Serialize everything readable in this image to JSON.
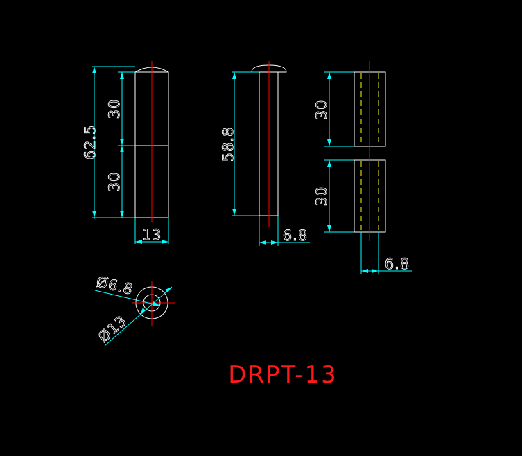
{
  "drawing": {
    "title": "DRPT-13",
    "colors": {
      "background": "#000000",
      "outline": "#ffffff",
      "dimension": "#00ffff",
      "centerline": "#ff0000",
      "hidden_line": "#ffff00",
      "text": "#ffffff",
      "title": "#ff1a1a"
    },
    "view_assembled": {
      "total_height": "62.5",
      "upper_height": "30",
      "lower_height": "30",
      "width": "13"
    },
    "view_pin": {
      "length": "58.8",
      "diameter": "6.8"
    },
    "view_section": {
      "upper_height": "30",
      "lower_height": "30",
      "pin_diameter": "6.8"
    },
    "view_end": {
      "inner_diameter": "Ø6.8",
      "outer_diameter": "Ø13"
    }
  }
}
